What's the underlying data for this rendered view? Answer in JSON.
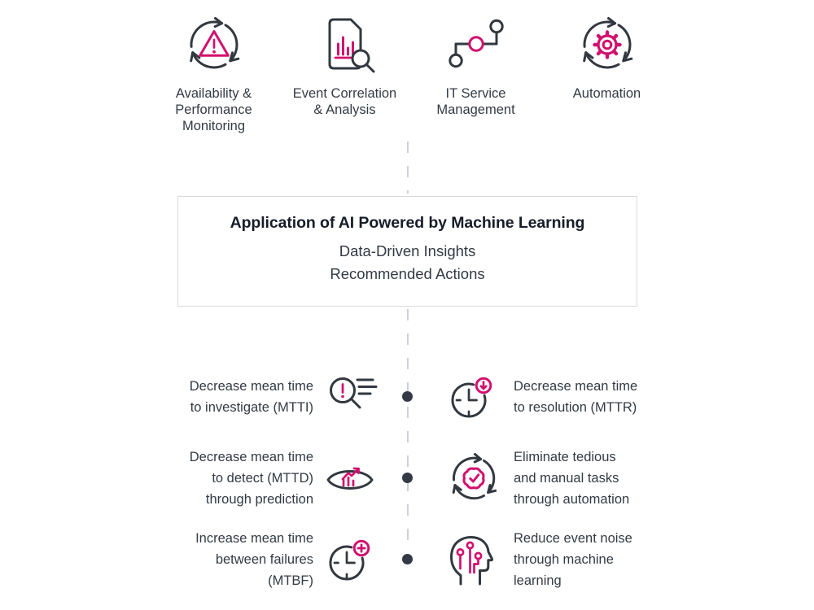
{
  "colors": {
    "pink": "#d2106e",
    "dark": "#32383f",
    "text": "#333a44",
    "title": "#161d29",
    "line": "#cdd1d6",
    "dot": "#333a46",
    "box_border": "#d9dadc"
  },
  "top_items": [
    {
      "icon": "monitoring-cycle-alert-icon",
      "label_lines": [
        "Availability &",
        "Performance",
        "Monitoring"
      ]
    },
    {
      "icon": "event-correlation-analysis-icon",
      "label_lines": [
        "Event Correlation",
        "& Analysis"
      ]
    },
    {
      "icon": "it-service-management-icon",
      "label_lines": [
        "IT Service",
        "Management"
      ]
    },
    {
      "icon": "automation-gear-cycle-icon",
      "label_lines": [
        "Automation"
      ]
    }
  ],
  "center_box": {
    "title": "Application of AI Powered by Machine Learning",
    "lines": [
      "Data-Driven Insights",
      "Recommended Actions"
    ]
  },
  "outcomes_left": [
    {
      "icon": "search-alert-icon",
      "lines": [
        "Decrease mean time",
        "to investigate (MTTI)"
      ]
    },
    {
      "icon": "eye-trend-icon",
      "lines": [
        "Decrease mean time",
        "to detect (MTTD)",
        "through prediction"
      ]
    },
    {
      "icon": "clock-plus-icon",
      "lines": [
        "Increase mean time",
        "between failures",
        "(MTBF)"
      ]
    }
  ],
  "outcomes_right": [
    {
      "icon": "clock-down-icon",
      "lines": [
        "Decrease mean time",
        "to resolution (MTTR)"
      ]
    },
    {
      "icon": "cycle-check-icon",
      "lines": [
        "Eliminate tedious",
        "and manual tasks",
        "through automation"
      ]
    },
    {
      "icon": "head-circuit-icon",
      "lines": [
        "Reduce event noise",
        "through machine",
        "learning"
      ]
    }
  ]
}
